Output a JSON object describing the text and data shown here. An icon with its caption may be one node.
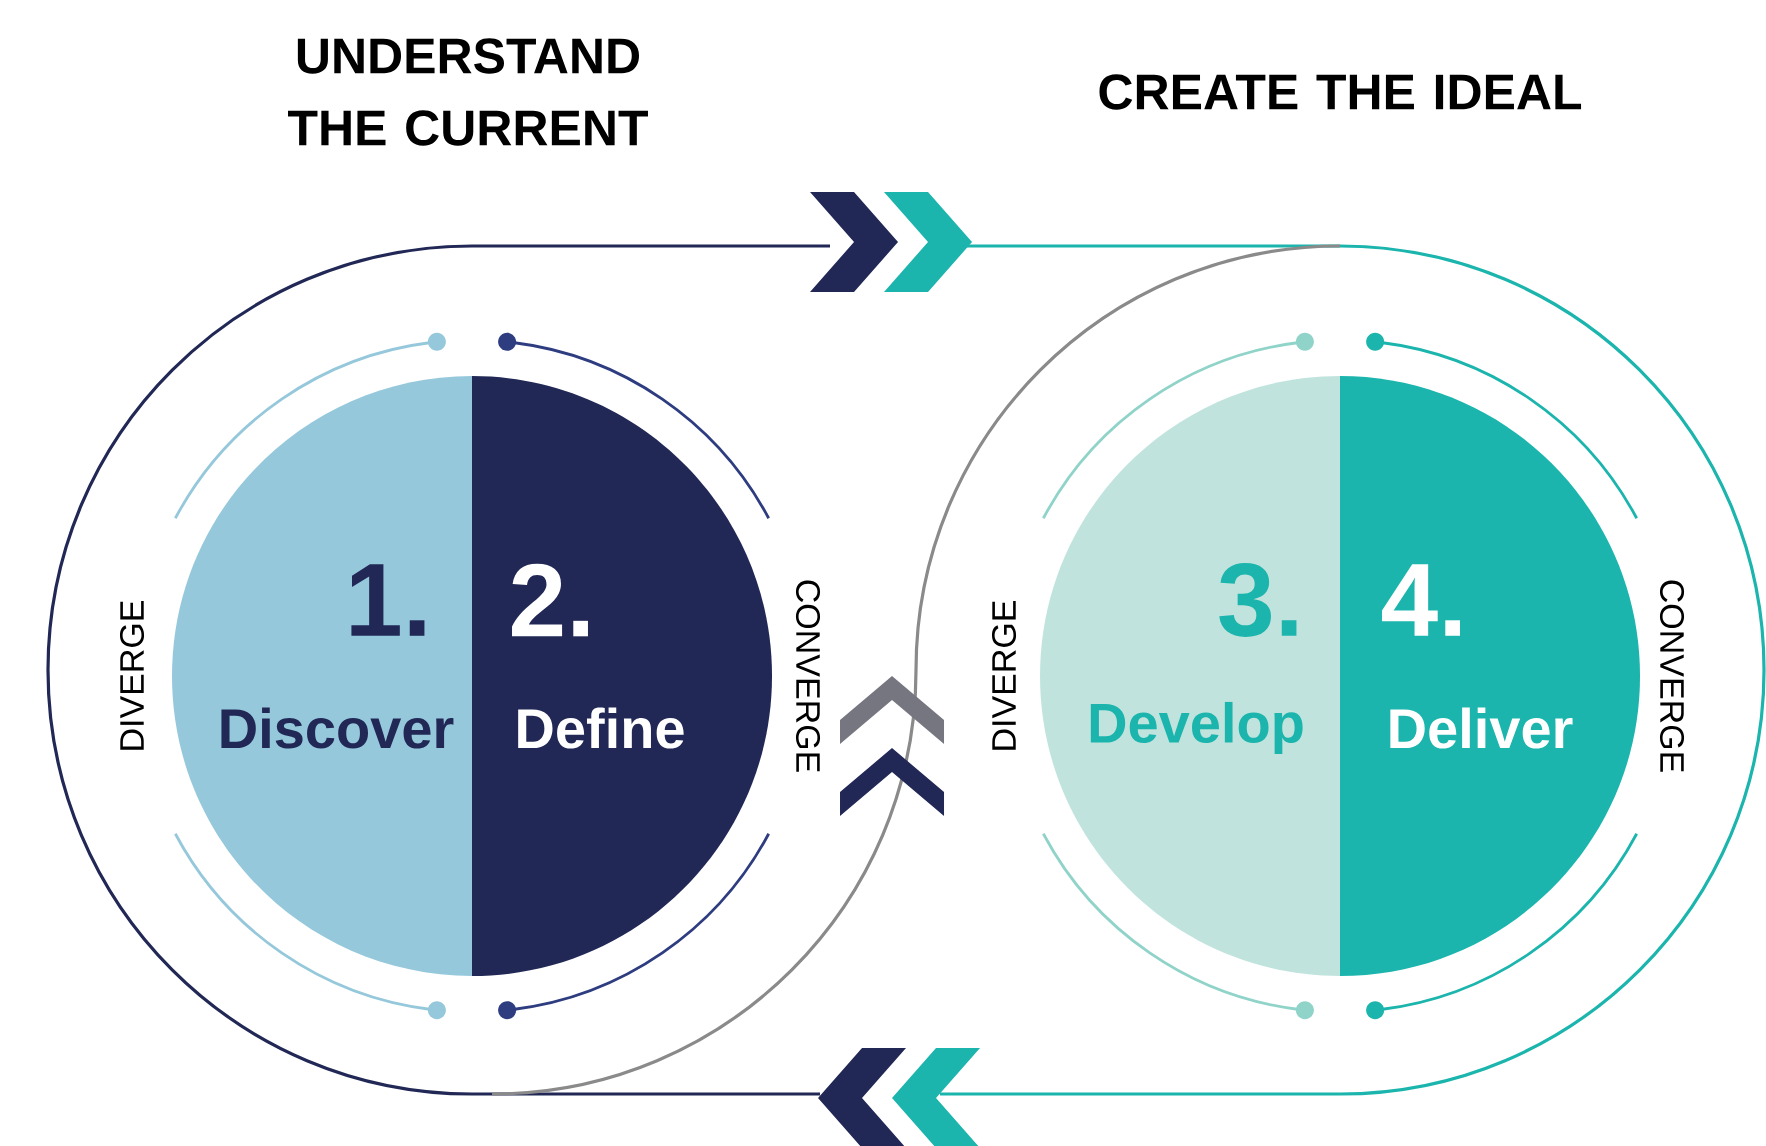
{
  "diagram": {
    "nodes": [
      {
        "text": [
          "1.",
          "Discover"
        ]
      },
      {
        "text": [
          "2.",
          "Define"
        ]
      },
      {
        "text": [
          "3.",
          "Develop"
        ]
      },
      {
        "text": [
          "4.",
          "Deliver"
        ]
      }
    ],
    "labels": [
      "UNDERSTAND THE CURRENT",
      "CREATE THE IDEAL",
      "DIVERGE",
      "CONVERGE",
      "DIVERGE",
      "CONVERGE"
    ]
  }
}
